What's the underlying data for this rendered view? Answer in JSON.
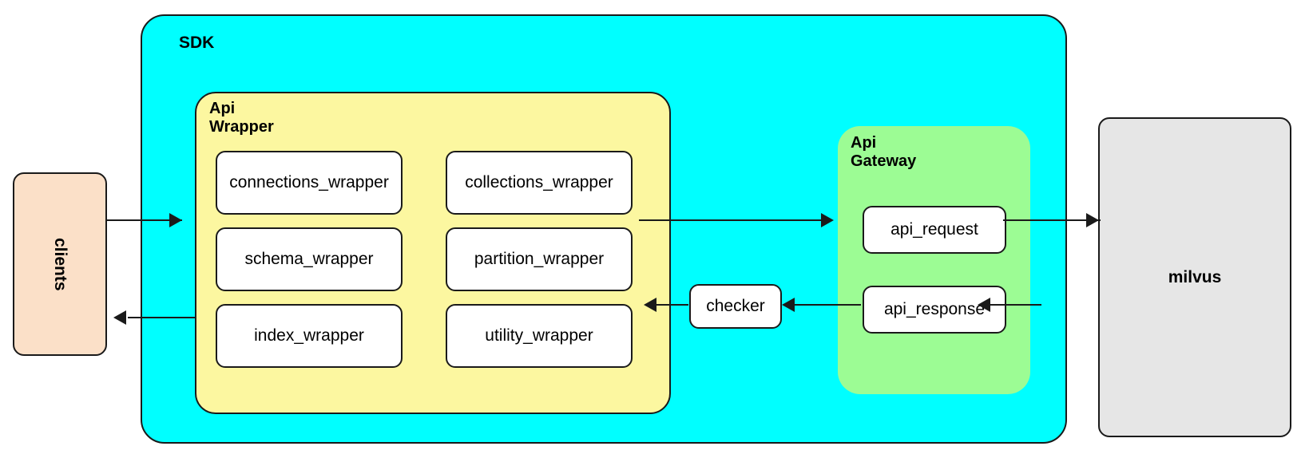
{
  "diagram": {
    "title": "SDK architecture diagram",
    "colors": {
      "sdk_fill": "#00ffff",
      "api_wrapper_fill": "#fcf7a0",
      "api_gateway_fill": "#9cfc94",
      "clients_fill": "#fbe0c8",
      "milvus_fill": "#e6e6e6",
      "node_fill": "#ffffff",
      "stroke": "#1a1a1a"
    }
  },
  "clients": {
    "label": "clients",
    "orientation": "vertical"
  },
  "sdk": {
    "label": "SDK",
    "api_wrapper": {
      "label": "Api\nWrapper",
      "nodes": [
        {
          "label": "connections_wrapper",
          "column": "left",
          "row": 1
        },
        {
          "label": "collections_wrapper",
          "column": "right",
          "row": 1
        },
        {
          "label": "schema_wrapper",
          "column": "left",
          "row": 2
        },
        {
          "label": "partition_wrapper",
          "column": "right",
          "row": 2
        },
        {
          "label": "index_wrapper",
          "column": "left",
          "row": 3
        },
        {
          "label": "utility_wrapper",
          "column": "right",
          "row": 3
        }
      ]
    },
    "checker": {
      "label": "checker"
    },
    "api_gateway": {
      "label": "Api\nGateway",
      "nodes": [
        {
          "label": "api_request"
        },
        {
          "label": "api_response"
        }
      ]
    }
  },
  "milvus": {
    "label": "milvus"
  },
  "connections": [
    {
      "id": "clients-to-wrapper",
      "from": "clients",
      "to": "api_wrapper",
      "direction": "right"
    },
    {
      "id": "wrapper-to-gateway",
      "from": "api_wrapper",
      "to": "api_gateway",
      "direction": "right"
    },
    {
      "id": "request-to-milvus",
      "from": "api_request",
      "to": "milvus",
      "direction": "right"
    },
    {
      "id": "milvus-to-response",
      "from": "milvus",
      "to": "api_response",
      "direction": "left"
    },
    {
      "id": "response-to-checker",
      "from": "api_response",
      "to": "checker",
      "direction": "left"
    },
    {
      "id": "checker-to-wrapper",
      "from": "checker",
      "to": "api_wrapper",
      "direction": "left"
    },
    {
      "id": "wrapper-to-clients",
      "from": "api_wrapper",
      "to": "clients",
      "direction": "left"
    }
  ]
}
